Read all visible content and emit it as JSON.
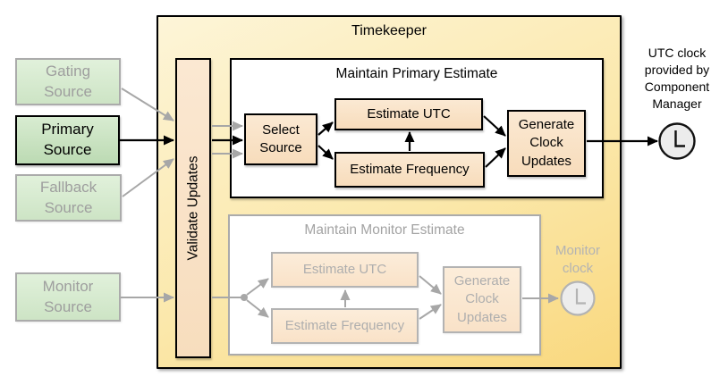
{
  "timekeeper": {
    "title": "Timekeeper"
  },
  "sources": {
    "gating": {
      "label": "Gating\nSource",
      "state": "inactive"
    },
    "primary": {
      "label": "Primary\nSource",
      "state": "active"
    },
    "fallback": {
      "label": "Fallback\nSource",
      "state": "inactive"
    },
    "monitor": {
      "label": "Monitor\nSource",
      "state": "inactive"
    }
  },
  "validate_updates": {
    "label": "Validate Updates"
  },
  "primary_estimate": {
    "title": "Maintain Primary Estimate",
    "select_source": "Select\nSource",
    "estimate_utc": "Estimate UTC",
    "estimate_frequency": "Estimate Frequency",
    "generate_clock_updates": "Generate\nClock\nUpdates"
  },
  "monitor_estimate": {
    "title": "Maintain Monitor Estimate",
    "estimate_utc": "Estimate UTC",
    "estimate_frequency": "Estimate Frequency",
    "generate_clock_updates": "Generate\nClock\nUpdates"
  },
  "outputs": {
    "utc_clock_label": "UTC clock\nprovided by\nComponent\nManager",
    "monitor_clock_label": "Monitor\nclock"
  },
  "icons": {
    "utc_clock": "clock-icon",
    "monitor_clock": "clock-icon"
  },
  "colors": {
    "timekeeper_top": "#fdf5d8",
    "timekeeper_bottom": "#f9d87e",
    "peach_fill": "#f9e0c2",
    "green_fill": "#cce3c3",
    "active_stroke": "#000000",
    "faded_stroke": "#ababab",
    "arrow_gray": "#a7a7a7"
  }
}
